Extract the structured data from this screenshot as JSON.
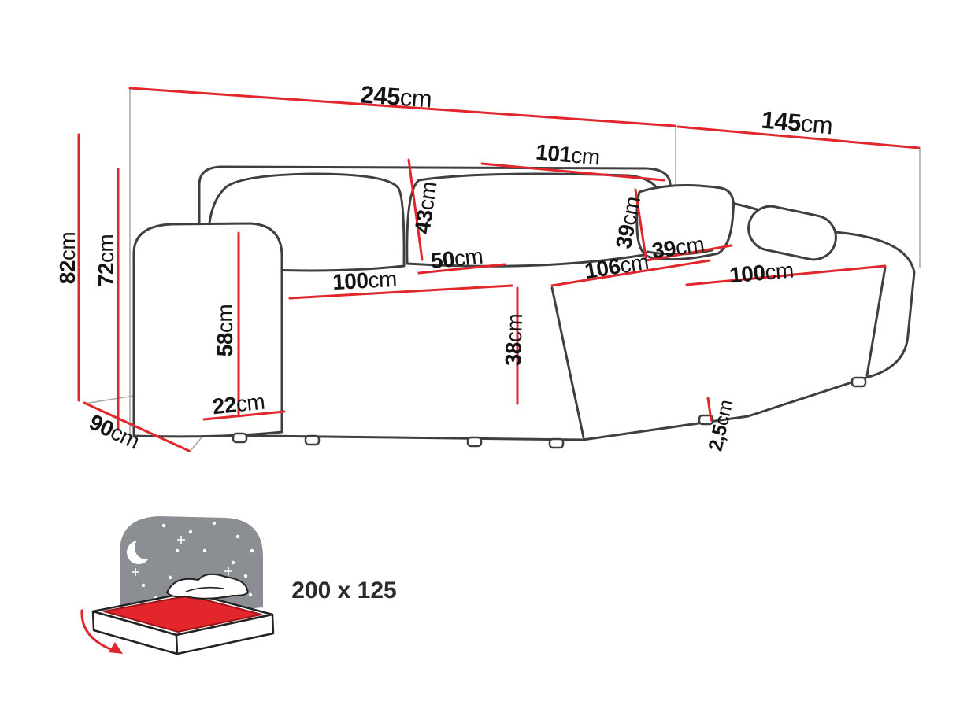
{
  "title": "Corner sofa dimension diagram",
  "colors": {
    "dimension_line": "#e2262c",
    "outline": "#3f3f3f",
    "extension_line": "#a8a8a8",
    "headboard_gray": "#8b8f94",
    "text": "#141414"
  },
  "labels": {
    "total_width": {
      "value": "245",
      "unit": "cm"
    },
    "total_depth": {
      "value": "145",
      "unit": "cm"
    },
    "back_section_width": {
      "value": "101",
      "unit": "cm"
    },
    "backrest_cushion_height": {
      "value": "43",
      "unit": "cm"
    },
    "pillow_height": {
      "value": "39",
      "unit": "cm"
    },
    "pillow_width": {
      "value": "39",
      "unit": "cm"
    },
    "seat_depth_segment": {
      "value": "50",
      "unit": "cm"
    },
    "seat_width_left": {
      "value": "100",
      "unit": "cm"
    },
    "chaise_length": {
      "value": "106",
      "unit": "cm"
    },
    "chaise_width": {
      "value": "100",
      "unit": "cm"
    },
    "total_height": {
      "value": "82",
      "unit": "cm"
    },
    "backrest_height": {
      "value": "72",
      "unit": "cm"
    },
    "armrest_height": {
      "value": "58",
      "unit": "cm"
    },
    "armrest_width": {
      "value": "22",
      "unit": "cm"
    },
    "side_depth": {
      "value": "90",
      "unit": "cm"
    },
    "seat_height": {
      "value": "38",
      "unit": "cm"
    },
    "leg_height": {
      "value": "2,5",
      "unit": "cm"
    },
    "bed_size": "200 x 125"
  }
}
